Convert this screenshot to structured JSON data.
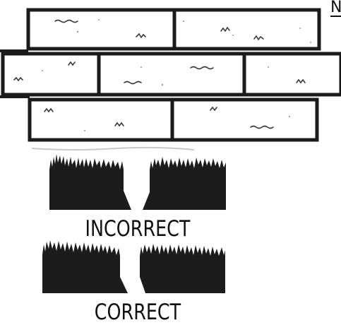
{
  "labels": {
    "incorrect": "INCORRECT",
    "correct": "CORRECT",
    "corner_letter": "N"
  },
  "colors": {
    "ink": "#111111",
    "mortar": "#1a1a1a",
    "brick_face": "#ffffff",
    "speckle": "#3a3a3a",
    "grass": "#1c1c1c"
  },
  "icons": {
    "brick-texture": "speckled brick face marks",
    "grass-tuft": "dense grass clump with jagged top"
  }
}
